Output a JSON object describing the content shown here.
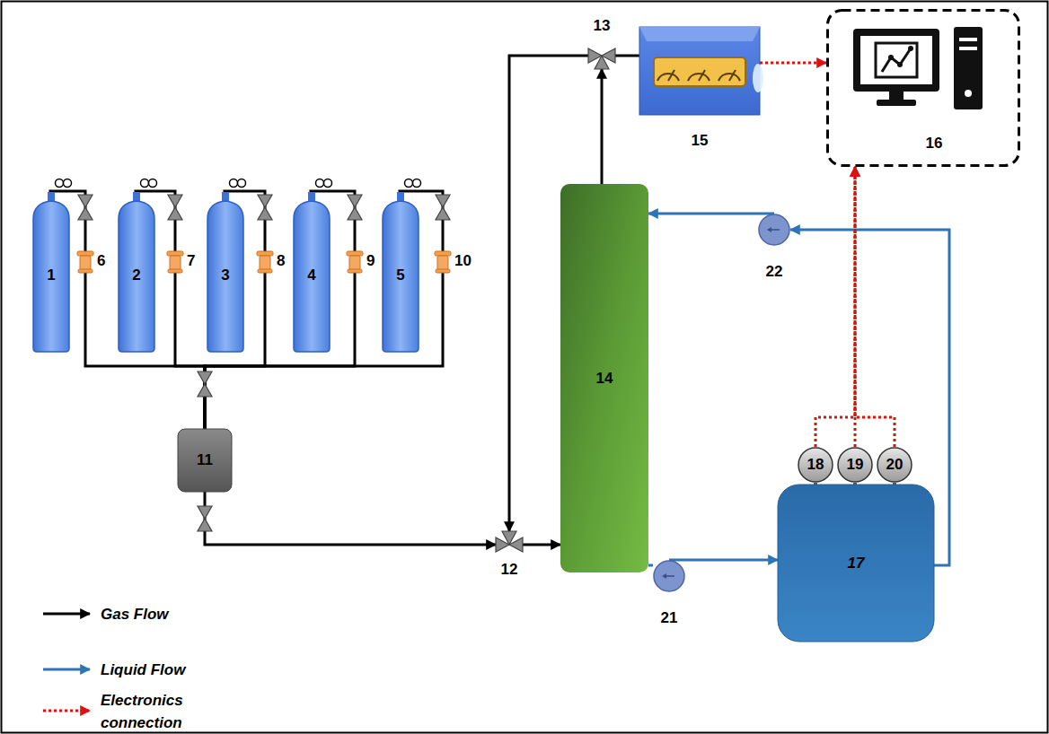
{
  "diagram": {
    "nodes": [
      {
        "text": [
          "13"
        ]
      },
      {
        "text": [
          "15"
        ]
      },
      {
        "text": [
          "16"
        ]
      },
      {
        "text": [
          "1"
        ]
      },
      {
        "text": [
          "2"
        ]
      },
      {
        "text": [
          "3"
        ]
      },
      {
        "text": [
          "4"
        ]
      },
      {
        "text": [
          "5"
        ]
      },
      {
        "text": [
          "14"
        ]
      },
      {
        "text": [
          "22"
        ]
      },
      {
        "text": [
          "11"
        ]
      },
      {
        "text": [
          "18"
        ]
      },
      {
        "text": [
          "19"
        ]
      },
      {
        "text": [
          "20"
        ]
      },
      {
        "text": [
          "17"
        ]
      },
      {
        "text": [
          "12"
        ]
      },
      {
        "text": [
          "21"
        ]
      }
    ],
    "edges": [
      {
        "from": 3,
        "to": 10,
        "arrow": "none"
      },
      {
        "from": 4,
        "to": 10,
        "arrow": "none"
      },
      {
        "from": 5,
        "to": 10,
        "arrow": "none"
      },
      {
        "from": 6,
        "to": 10,
        "arrow": "none"
      },
      {
        "from": 7,
        "to": 10,
        "arrow": "none"
      },
      {
        "from": 10,
        "to": 15,
        "arrow": "to"
      },
      {
        "from": 15,
        "to": 8,
        "arrow": "to"
      },
      {
        "from": 8,
        "to": 0,
        "arrow": "to"
      },
      {
        "from": 0,
        "to": 15,
        "arrow": "to"
      },
      {
        "from": 0,
        "to": 1,
        "arrow": "none"
      },
      {
        "from": 1,
        "to": 2,
        "arrow": "to"
      },
      {
        "from": 8,
        "to": 16,
        "arrow": "none"
      },
      {
        "from": 16,
        "to": 14,
        "arrow": "to"
      },
      {
        "from": 14,
        "to": 9,
        "arrow": "to"
      },
      {
        "from": 9,
        "to": 8,
        "arrow": "to"
      },
      {
        "from": 11,
        "to": 2,
        "arrow": "to"
      },
      {
        "from": 12,
        "to": 2,
        "arrow": "to"
      },
      {
        "from": 13,
        "to": 2,
        "arrow": "to"
      }
    ],
    "labels": [
      "6",
      "7",
      "8",
      "9",
      "10"
    ],
    "legend": [
      {
        "text": "Gas Flow"
      },
      {
        "text": "Liquid Flow"
      },
      {
        "text": "Electronics connection"
      }
    ]
  }
}
